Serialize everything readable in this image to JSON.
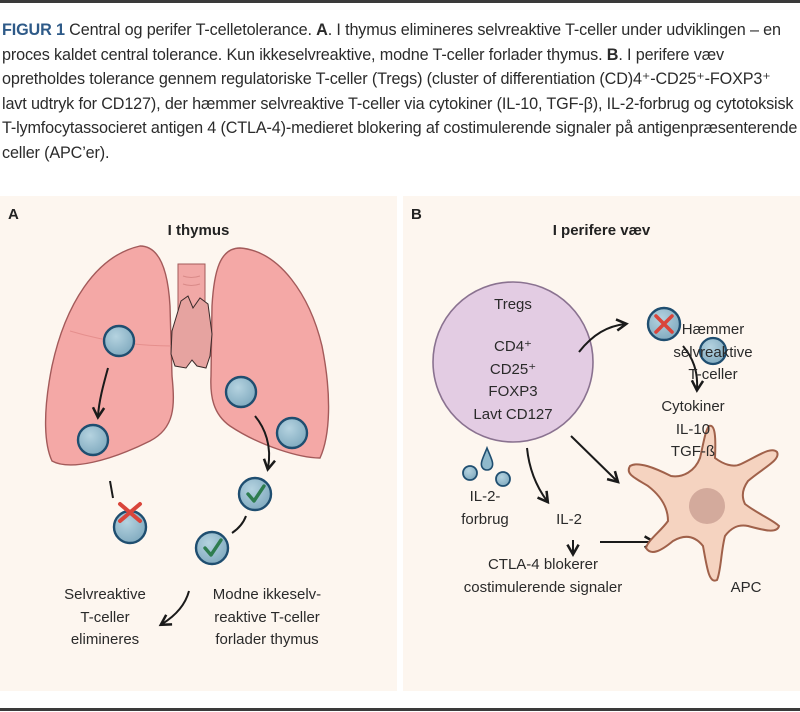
{
  "caption": {
    "figure_label": "FIGUR 1",
    "title": "Central og perifer T-celletolerance.",
    "part_a_label": "A",
    "part_a_text": ". I thymus elimineres selvreaktive T-celler under udviklingen – en proces kaldet central tolerance. Kun ikkeselvreaktive, modne T-celler forlader thymus.",
    "part_b_label": "B",
    "part_b_text": ". I perifere væv opretholdes tolerance gennem regulatoriske T-celler (Tregs) (cluster of differentiation (CD)4⁺-CD25⁺-FOXP3⁺ lavt udtryk for CD127), der hæmmer selvreaktive T-celler via cytokiner (IL-10, TGF-β), IL-2-forbrug og cytotoksisk T-lymfocytassocieret antigen 4 (CTLA-4)-medieret blokering af costimulerende signaler på antigenpræsenterende celler (APC’er)."
  },
  "panel_a": {
    "letter": "A",
    "title": "I thymus",
    "label_eliminated": [
      "Selvreaktive",
      "T-celler",
      "elimineres"
    ],
    "label_leaves": [
      "Modne ikkeselv-",
      "reaktive T-celler",
      "forlader thymus"
    ]
  },
  "panel_b": {
    "letter": "B",
    "title": "I perifere væv",
    "tregs_label": "Tregs",
    "treg_markers": [
      "CD4⁺",
      "CD25⁺",
      "FOXP3",
      "Lavt CD127"
    ],
    "inhibits_label": [
      "Hæmmer",
      "selvreaktive",
      "T-celler"
    ],
    "cytokines_label": [
      "Cytokiner",
      "IL-10",
      "TGF-ß"
    ],
    "il2_consumption_label": [
      "IL-2-",
      "forbrug"
    ],
    "il2_label": "IL-2",
    "ctla4_label": [
      "CTLA-4 blokerer",
      "costimulerende signaler"
    ],
    "apc_label": "APC"
  },
  "colors": {
    "figure_label": "#2e5a88",
    "panel_bg": "#fdf6ef",
    "lung_fill": "#f4a8a6",
    "lung_stroke": "#a35a5a",
    "thymus_fill": "#e6a3a0",
    "tcell_fill": "#8fb9cc",
    "tcell_stroke": "#1f4e70",
    "check": "#2e7d4f",
    "cross": "#d9453b",
    "treg_fill": "#e3cce3",
    "treg_stroke": "#8a7290",
    "apc_fill": "#f5d3c0",
    "apc_stroke": "#a0614a",
    "apc_nucleus": "#d3aa9c"
  }
}
